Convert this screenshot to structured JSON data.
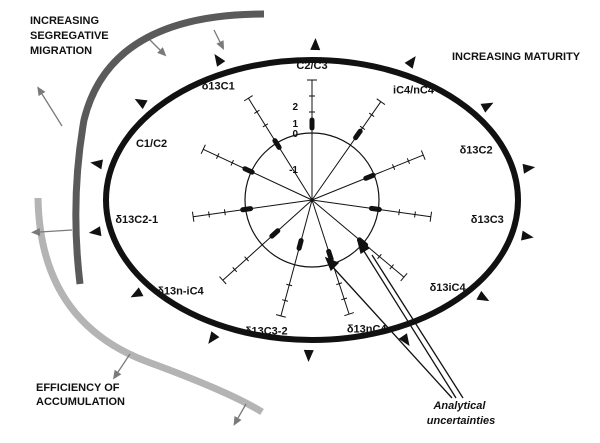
{
  "colors": {
    "ink": "#111111",
    "migration_arc": "#5a5a5a",
    "efficiency_arc": "#b4b4b4",
    "arrow_gray": "#7a7a7a"
  },
  "annotations": {
    "migration": [
      "INCREASING",
      "SEGREGATIVE",
      "MIGRATION"
    ],
    "maturity": "INCREASING MATURITY",
    "efficiency": [
      "EFFICIENCY OF",
      "ACCUMULATION"
    ],
    "uncertainties": [
      "Analytical",
      "uncertainties"
    ]
  },
  "scale": {
    "ticks": [
      "2",
      "1",
      "0",
      "-1"
    ]
  },
  "spokes": [
    {
      "label": "C2/C3",
      "angle": 90
    },
    {
      "label": "iC4/nC4",
      "angle": 55
    },
    {
      "label": "δ13C2",
      "angle": 22
    },
    {
      "label": "δ13C3",
      "angle": -8
    },
    {
      "label": "δ13iC4",
      "angle": -40
    },
    {
      "label": "δ13nC4",
      "angle": -72
    },
    {
      "label": "δ13C3-2",
      "angle": -105
    },
    {
      "label": "δ13n-iC4",
      "angle": -138
    },
    {
      "label": "δ13C2-1",
      "angle": -172
    },
    {
      "label": "C1/C2",
      "angle": 155
    },
    {
      "label": "δ13C1",
      "angle": 122
    }
  ]
}
